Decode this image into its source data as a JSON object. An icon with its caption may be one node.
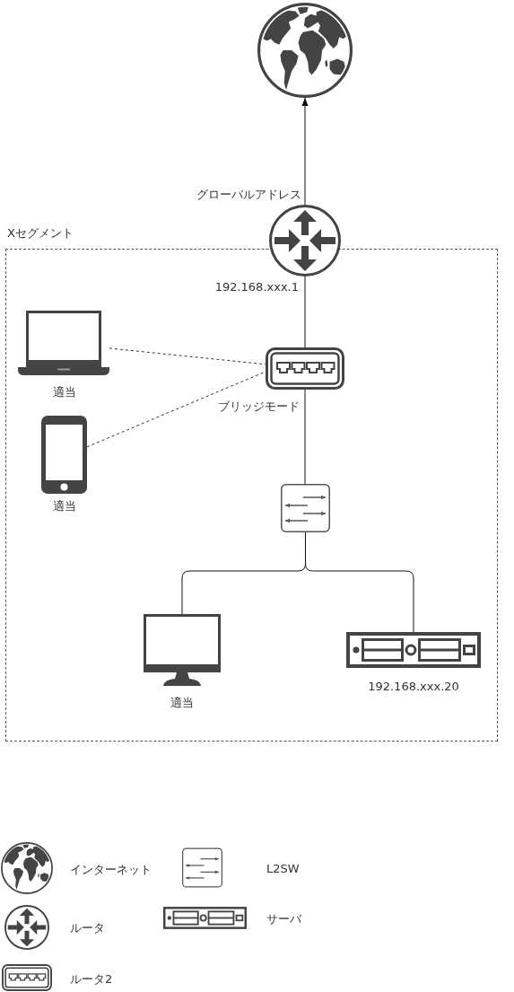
{
  "diagram": {
    "nodes": [
      {
        "text": [
          "Xセグメント"
        ]
      },
      {
        "text": [],
        "shape": "picture"
      },
      {
        "text": [],
        "shape": "picture",
        "beside": [
          "グローバルアドレス",
          "192.168.xxx.1"
        ]
      },
      {
        "text": [],
        "shape": "picture",
        "beside": [
          "ブリッジモード"
        ],
        "in": 0
      },
      {
        "text": [],
        "shape": "picture",
        "beside": [
          "適当"
        ],
        "in": 0
      },
      {
        "text": [],
        "shape": "picture",
        "beside": [
          "適当"
        ],
        "in": 0
      },
      {
        "text": [],
        "shape": "picture",
        "in": 0
      },
      {
        "text": [],
        "shape": "picture",
        "beside": [
          "適当"
        ],
        "in": 0
      },
      {
        "text": [],
        "shape": "picture",
        "beside": [
          "192.168.xxx.20"
        ],
        "in": 0
      }
    ],
    "edges": [
      {
        "from": 2,
        "to": 1,
        "arrow": "to"
      },
      {
        "from": 2,
        "to": 3,
        "arrow": "none"
      },
      {
        "from": 4,
        "to": 3,
        "arrow": "none",
        "style": "dashed"
      },
      {
        "from": 5,
        "to": 3,
        "arrow": "none",
        "style": "dashed"
      },
      {
        "from": 3,
        "to": 6,
        "arrow": "none"
      },
      {
        "from": 6,
        "to": 7,
        "arrow": "none"
      },
      {
        "from": 6,
        "to": 8,
        "arrow": "none"
      }
    ],
    "legend": [
      {
        "text": "インターネット"
      },
      {
        "text": "ルータ"
      },
      {
        "text": "ルータ2"
      },
      {
        "text": "L2SW"
      },
      {
        "text": "サーバ"
      }
    ]
  }
}
